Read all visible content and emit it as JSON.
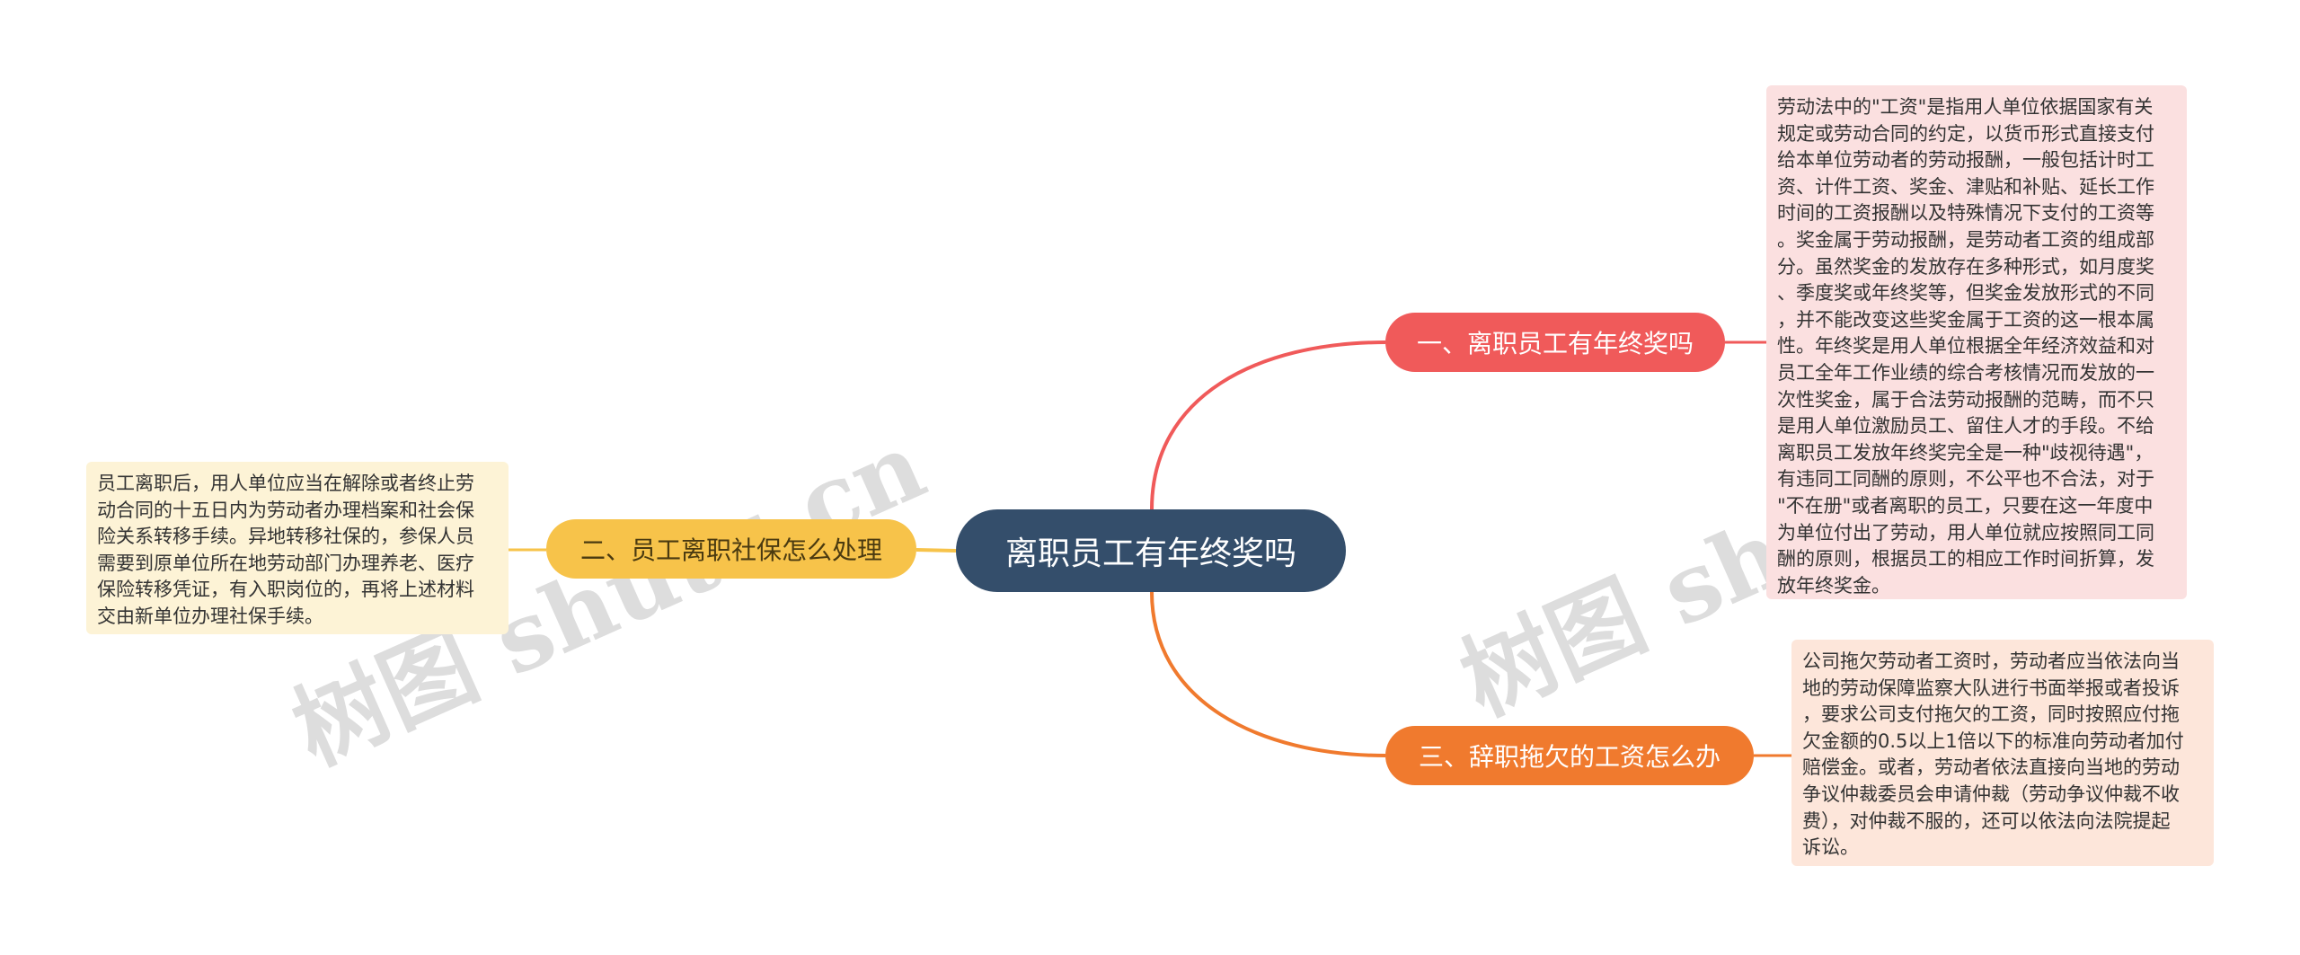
{
  "mindmap": {
    "root": {
      "label": "离职员工有年终奖吗"
    },
    "branches": [
      {
        "label": "一、离职员工有年终奖吗",
        "color": "#f05a5a",
        "detail": "劳动法中的\"工资\"是指用人单位依据国家有关\n规定或劳动合同的约定，以货币形式直接支付\n给本单位劳动者的劳动报酬，一般包括计时工\n资、计件工资、奖金、津贴和补贴、延长工作\n时间的工资报酬以及特殊情况下支付的工资等\n。奖金属于劳动报酬，是劳动者工资的组成部\n分。虽然奖金的发放存在多种形式，如月度奖\n、季度奖或年终奖等，但奖金发放形式的不同\n，并不能改变这些奖金属于工资的这一根本属\n性。年终奖是用人单位根据全年经济效益和对\n员工全年工作业绩的综合考核情况而发放的一\n次性奖金，属于合法劳动报酬的范畴，而不只\n是用人单位激励员工、留住人才的手段。不给\n离职员工发放年终奖完全是一种\"歧视待遇\"，\n有违同工同酬的原则，不公平也不合法，对于\n\"不在册\"或者离职的员工，只要在这一年度中\n为单位付出了劳动，用人单位就应按照同工同\n酬的原则，根据员工的相应工作时间折算，发\n放年终奖金。"
      },
      {
        "label": "二、员工离职社保怎么处理",
        "color": "#f7c34a",
        "detail": "员工离职后，用人单位应当在解除或者终止劳\n动合同的十五日内为劳动者办理档案和社会保\n险关系转移手续。异地转移社保的，参保人员\n需要到原单位所在地劳动部门办理养老、医疗\n保险转移凭证，有入职岗位的，再将上述材料\n交由新单位办理社保手续。"
      },
      {
        "label": "三、辞职拖欠的工资怎么办",
        "color": "#f07a2e",
        "detail": "公司拖欠劳动者工资时，劳动者应当依法向当\n地的劳动保障监察大队进行书面举报或者投诉\n，要求公司支付拖欠的工资，同时按照应付拖\n欠金额的0.5以上1倍以下的标准向劳动者加付\n赔偿金。或者，劳动者依法直接向当地的劳动\n争议仲裁委员会申请仲裁（劳动争议仲裁不收\n费），对仲裁不服的，还可以依法向法院提起\n诉讼。"
      }
    ]
  },
  "watermark": {
    "left": "树图 shutu.cn",
    "right": "树图 shutu.cn"
  },
  "colors": {
    "root": "#344e6b",
    "leaf_bg_1": "#fbe0e0",
    "leaf_bg_2": "#fdf3d6",
    "leaf_bg_3": "#fde6da"
  }
}
